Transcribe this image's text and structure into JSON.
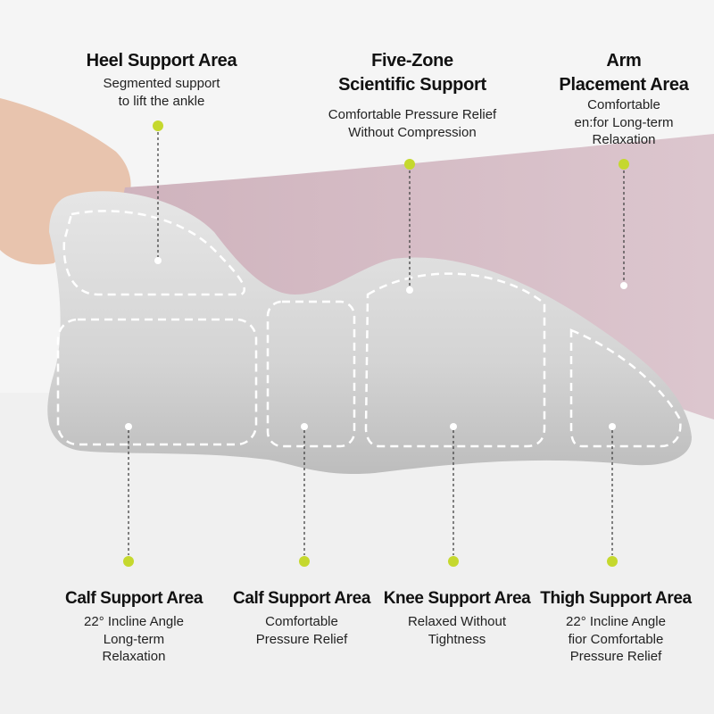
{
  "top_labels": [
    {
      "title_lines": [
        "Heel Support Area"
      ],
      "sub_lines": [
        "Segmented support",
        "to lift the ankle"
      ]
    },
    {
      "title_lines": [
        "Five-Zone",
        "Scientific Support"
      ],
      "sub_lines": [
        "Comfortable Pressure Relief",
        "Without Compression"
      ]
    },
    {
      "title_lines": [
        "Arm",
        "Placement Area"
      ],
      "sub_lines": [
        "Comfortable",
        "en:for Long-term",
        "Relaxation"
      ]
    }
  ],
  "bottom_labels": [
    {
      "title": "Calf Support Area",
      "sub_lines": [
        "22° Incline Angle",
        "Long-term",
        "Relaxation"
      ]
    },
    {
      "title": "Calf Support Area",
      "sub_lines": [
        "Comfortable",
        "Pressure Relief"
      ]
    },
    {
      "title": "Knee Support Area",
      "sub_lines": [
        "Relaxed Without",
        "Tightness"
      ]
    },
    {
      "title": "Thigh Support Area",
      "sub_lines": [
        "22° Incline Angle",
        "fior Comfortable",
        "Pressure Relief"
      ]
    }
  ],
  "colors": {
    "accent_dot": "#c5d82e",
    "pillow": "#d9d9d9",
    "leg": "#d8bfc8",
    "background": "#f4f4f4"
  }
}
